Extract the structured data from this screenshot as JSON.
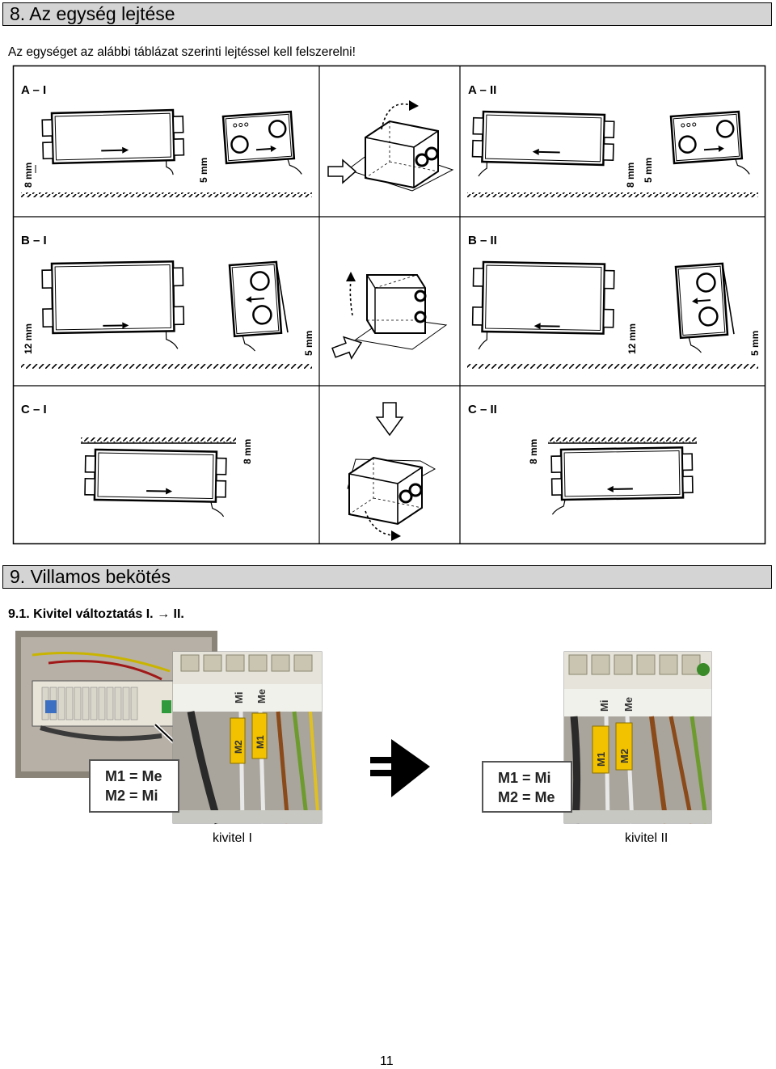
{
  "section8": {
    "title": "8. Az egység lejtése"
  },
  "intro": "Az egységet az alábbi táblázat szerinti lejtéssel kell felszerelni!",
  "mounting": {
    "a1": "A – I",
    "a2": "A – II",
    "b1": "B – I",
    "b2": "B – II",
    "c1": "C – I",
    "c2": "C – II",
    "m8": "8 mm",
    "m5": "5 mm",
    "m12": "12 mm"
  },
  "section9": {
    "title": "9. Villamos bekötés"
  },
  "sub91": "9.1. Kivitel változtatás I. → II.",
  "photos": {
    "left_line1": "M1 = Me",
    "left_line2": "M2 = Mi",
    "right_line1": "M1 = Mi",
    "right_line2": "M2 = Me",
    "tag_mi": "Mi",
    "tag_me": "Me",
    "tag_m1": "M1",
    "tag_m2": "M2"
  },
  "captions": {
    "left": "kivitel I",
    "right": "kivitel II"
  },
  "page_number": "11"
}
